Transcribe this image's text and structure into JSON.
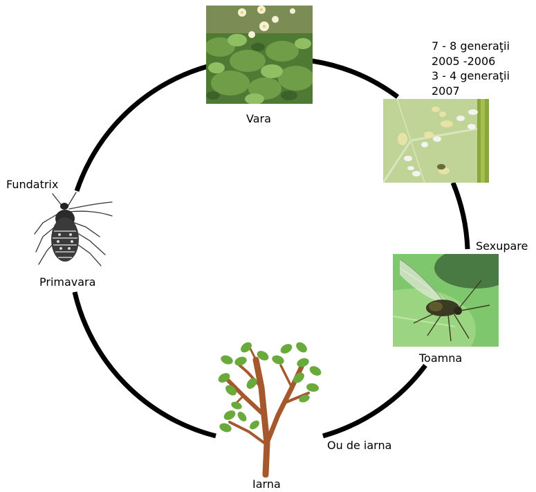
{
  "labels": {
    "vara": "Vara",
    "generations": [
      "7 - 8 generaţii",
      "2005 -2006",
      "3 - 4 generaţii",
      "2007"
    ],
    "sexupare": "Sexupare",
    "toamna": "Toamna",
    "ou_de_iarna": "Ou de iarna",
    "iarna": "Iarna",
    "primavara": "Primavara",
    "fundatrix": "Fundatrix"
  },
  "colors": {
    "cycle_stroke": "#000000",
    "leaf_green": "#6aaa3c",
    "trunk_brown": "#a4582c",
    "photo_foliage": "#5b8a3a",
    "photo_leaf_pale": "#cfe0a8",
    "photo_aphid_bg": "#8fd07a"
  },
  "icons": {
    "vara": "potato-plant-photo",
    "generations": "aphid-colony-photo",
    "toamna": "winged-aphid-photo",
    "iarna": "tree-icon",
    "primavara": "aphid-drawing"
  }
}
